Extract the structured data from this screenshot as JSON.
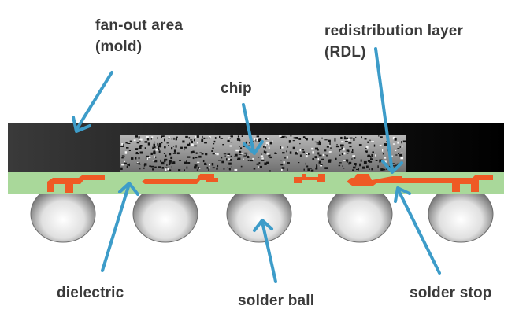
{
  "labels": {
    "fanout_line1": "fan-out area",
    "fanout_line2": "(mold)",
    "chip": "chip",
    "rdl_line1": "redistribution layer",
    "rdl_line2": "(RDL)",
    "dielectric": "dielectric",
    "solder_ball": "solder ball",
    "solder_stop": "solder stop"
  },
  "colors": {
    "mold": "#1c1c1c",
    "chip": "#8a8a8a",
    "dielectric": "#a9d89a",
    "rdl": "#ef5a24",
    "arrow": "#3d9cc9",
    "ball": "#dcdcdc",
    "text": "#3a3a3a"
  }
}
